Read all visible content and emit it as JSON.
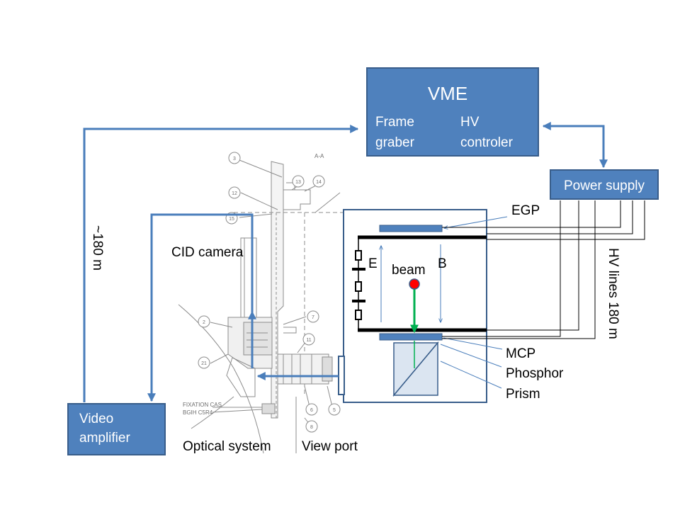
{
  "vme": {
    "title": "VME",
    "frame_grabber_line1": "Frame",
    "frame_grabber_line2": "graber",
    "hv_controller_line1": "HV",
    "hv_controller_line2": "controler"
  },
  "power_supply": {
    "label": "Power supply"
  },
  "video_amplifier": {
    "line1": "Video",
    "line2": "amplifier"
  },
  "labels": {
    "cable_180m": "~180 m",
    "hv_lines": "HV lines 180 m",
    "cid_camera": "CID camera",
    "optical_system": "Optical system",
    "view_port": "View port",
    "egp": "EGP",
    "e_field": "E",
    "b_field": "B",
    "beam": "beam",
    "mcp": "MCP",
    "phosphor": "Phosphor",
    "prism": "Prism"
  },
  "drawing": {
    "section": "A-A",
    "fixation_line1": "FIXATION CAS",
    "fixation_line2": "BGIH C5R4",
    "callouts": [
      "3",
      "13",
      "14",
      "12",
      "15",
      "7",
      "2",
      "11",
      "21",
      "6",
      "5",
      "8"
    ]
  },
  "colors": {
    "box_fill": "#4f81bd",
    "box_stroke": "#385d8a",
    "arrow": "#4a7ebb",
    "beam_dot": "#ff0000",
    "beam_arrow": "#00b050",
    "mcp_fill": "#4f81bd",
    "prism_fill": "#dbe5f1",
    "sketch": "#8c8c8c"
  }
}
